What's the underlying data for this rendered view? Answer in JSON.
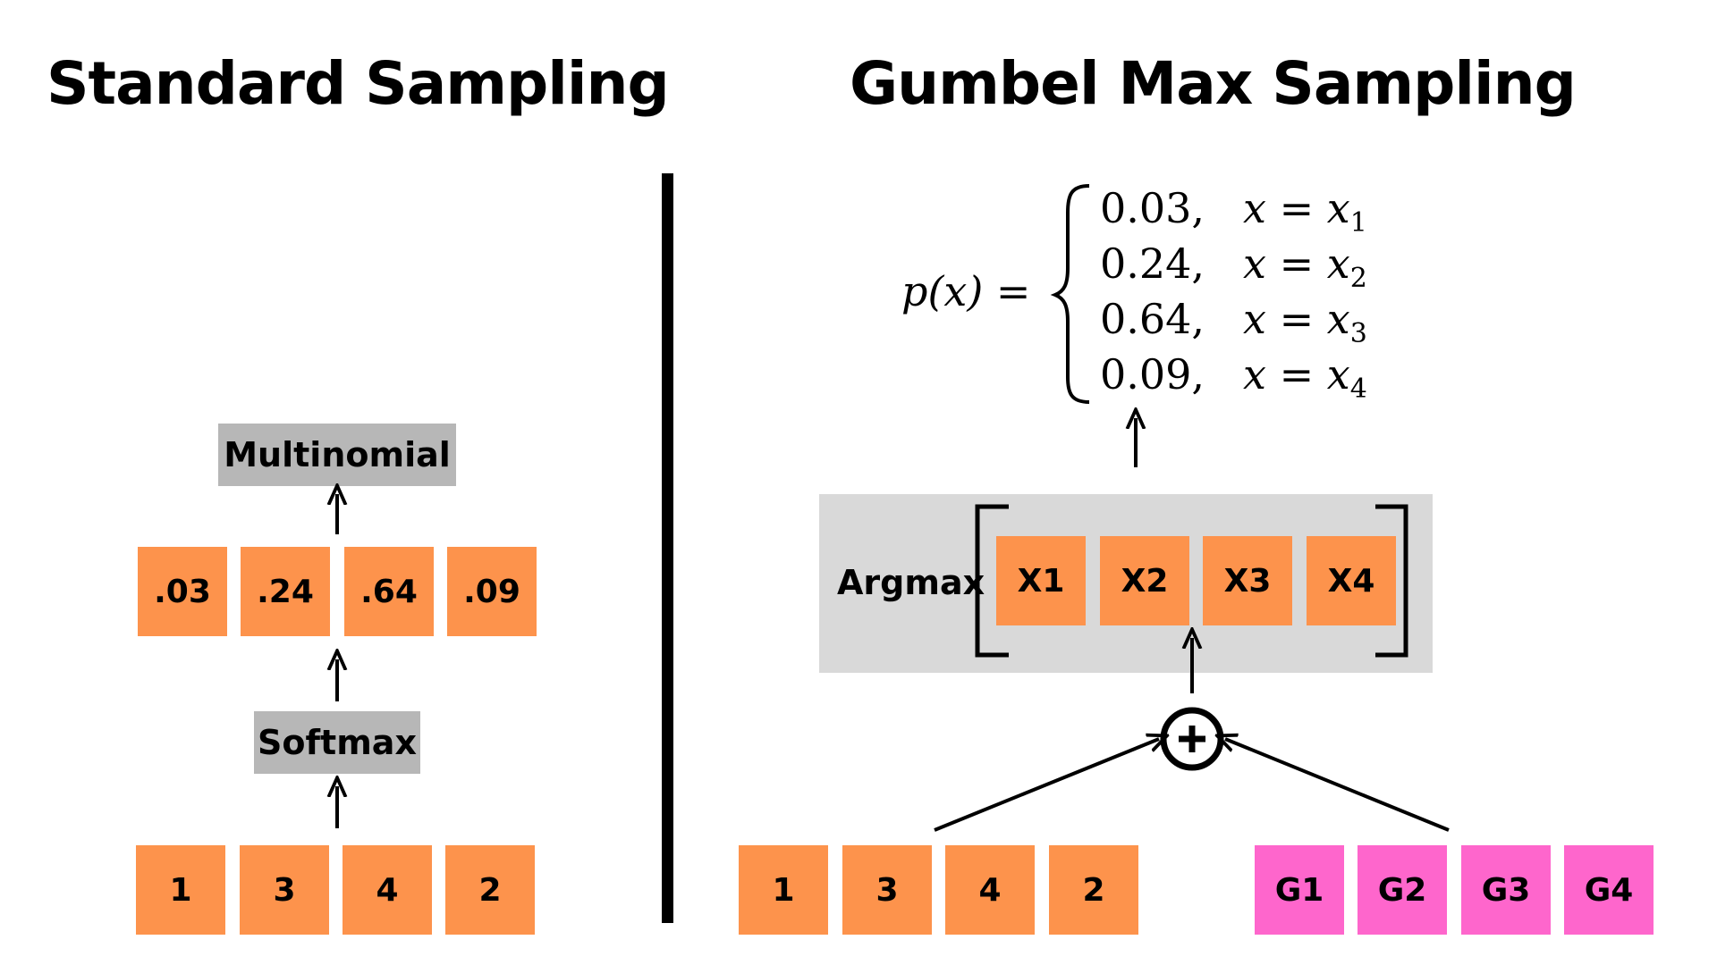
{
  "titles": {
    "left": "Standard Sampling",
    "right": "Gumbel Max Sampling"
  },
  "standard": {
    "logits": [
      "1",
      "3",
      "4",
      "2"
    ],
    "softmax_label": "Softmax",
    "probs": [
      ".03",
      ".24",
      ".64",
      ".09"
    ],
    "multinomial_label": "Multinomial"
  },
  "gumbel": {
    "logits": [
      "1",
      "3",
      "4",
      "2"
    ],
    "noise": [
      "G1",
      "G2",
      "G3",
      "G4"
    ],
    "argmax_label": "Argmax",
    "argmax_items": [
      "X1",
      "X2",
      "X3",
      "X4"
    ],
    "formula": {
      "lhs": "p(x) =",
      "cases": [
        {
          "value": "0.03,",
          "var": "x",
          "eq": " = ",
          "sym": "x",
          "sub": "1"
        },
        {
          "value": "0.24,",
          "var": "x",
          "eq": " = ",
          "sym": "x",
          "sub": "2"
        },
        {
          "value": "0.64,",
          "var": "x",
          "eq": " = ",
          "sym": "x",
          "sub": "3"
        },
        {
          "value": "0.09,",
          "var": "x",
          "eq": " = ",
          "sym": "x",
          "sub": "4"
        }
      ]
    }
  },
  "colors": {
    "orange": "#fd934c",
    "pink": "#fe66cc",
    "gray_box": "#b7b7b7",
    "panel": "#d9d9d9"
  },
  "icons": [
    "up-arrow-icon",
    "plus-circle-icon"
  ]
}
